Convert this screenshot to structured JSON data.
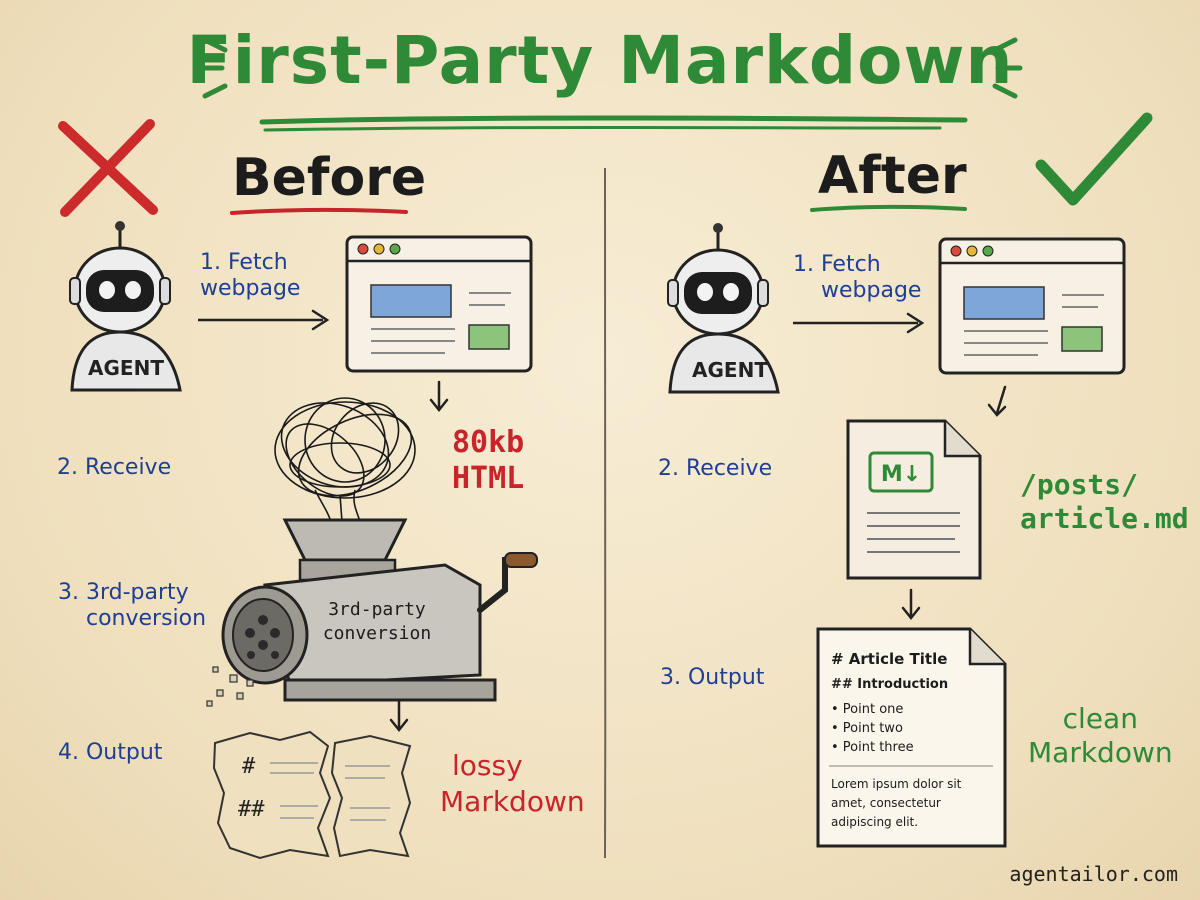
{
  "title": "First-Party Markdown",
  "footer": "agentailor.com",
  "colors": {
    "accent_green": "#2f8a37",
    "accent_red": "#c9242a",
    "step_blue": "#1e3f93",
    "paper": "#f3e6c8"
  },
  "before": {
    "heading": "Before",
    "agent_label": "AGENT",
    "steps": [
      "1. Fetch",
      "webpage",
      "2. Receive",
      "3. 3rd-party",
      "conversion",
      "4. Output"
    ],
    "html_note": [
      "80kb",
      "HTML"
    ],
    "machine_label": [
      "3rd-party",
      "conversion"
    ],
    "output_note": [
      "lossy",
      "Markdown"
    ],
    "torn_symbols": [
      "#",
      "##"
    ],
    "status_icon": "cross-icon"
  },
  "after": {
    "heading": "After",
    "agent_label": "AGENT",
    "steps": [
      "1. Fetch",
      "webpage",
      "2. Receive",
      "3. Output"
    ],
    "md_badge": "M↓",
    "file_note": [
      "/posts/",
      "article.md"
    ],
    "doc": {
      "title": "# Article Title",
      "subtitle": "## Introduction",
      "bullets": [
        "• Point one",
        "• Point two",
        "• Point three"
      ],
      "body": [
        "Lorem ipsum dolor sit",
        "amet, consectetur",
        "adipiscing elit."
      ]
    },
    "output_note": [
      "clean",
      "Markdown"
    ],
    "status_icon": "check-icon"
  }
}
